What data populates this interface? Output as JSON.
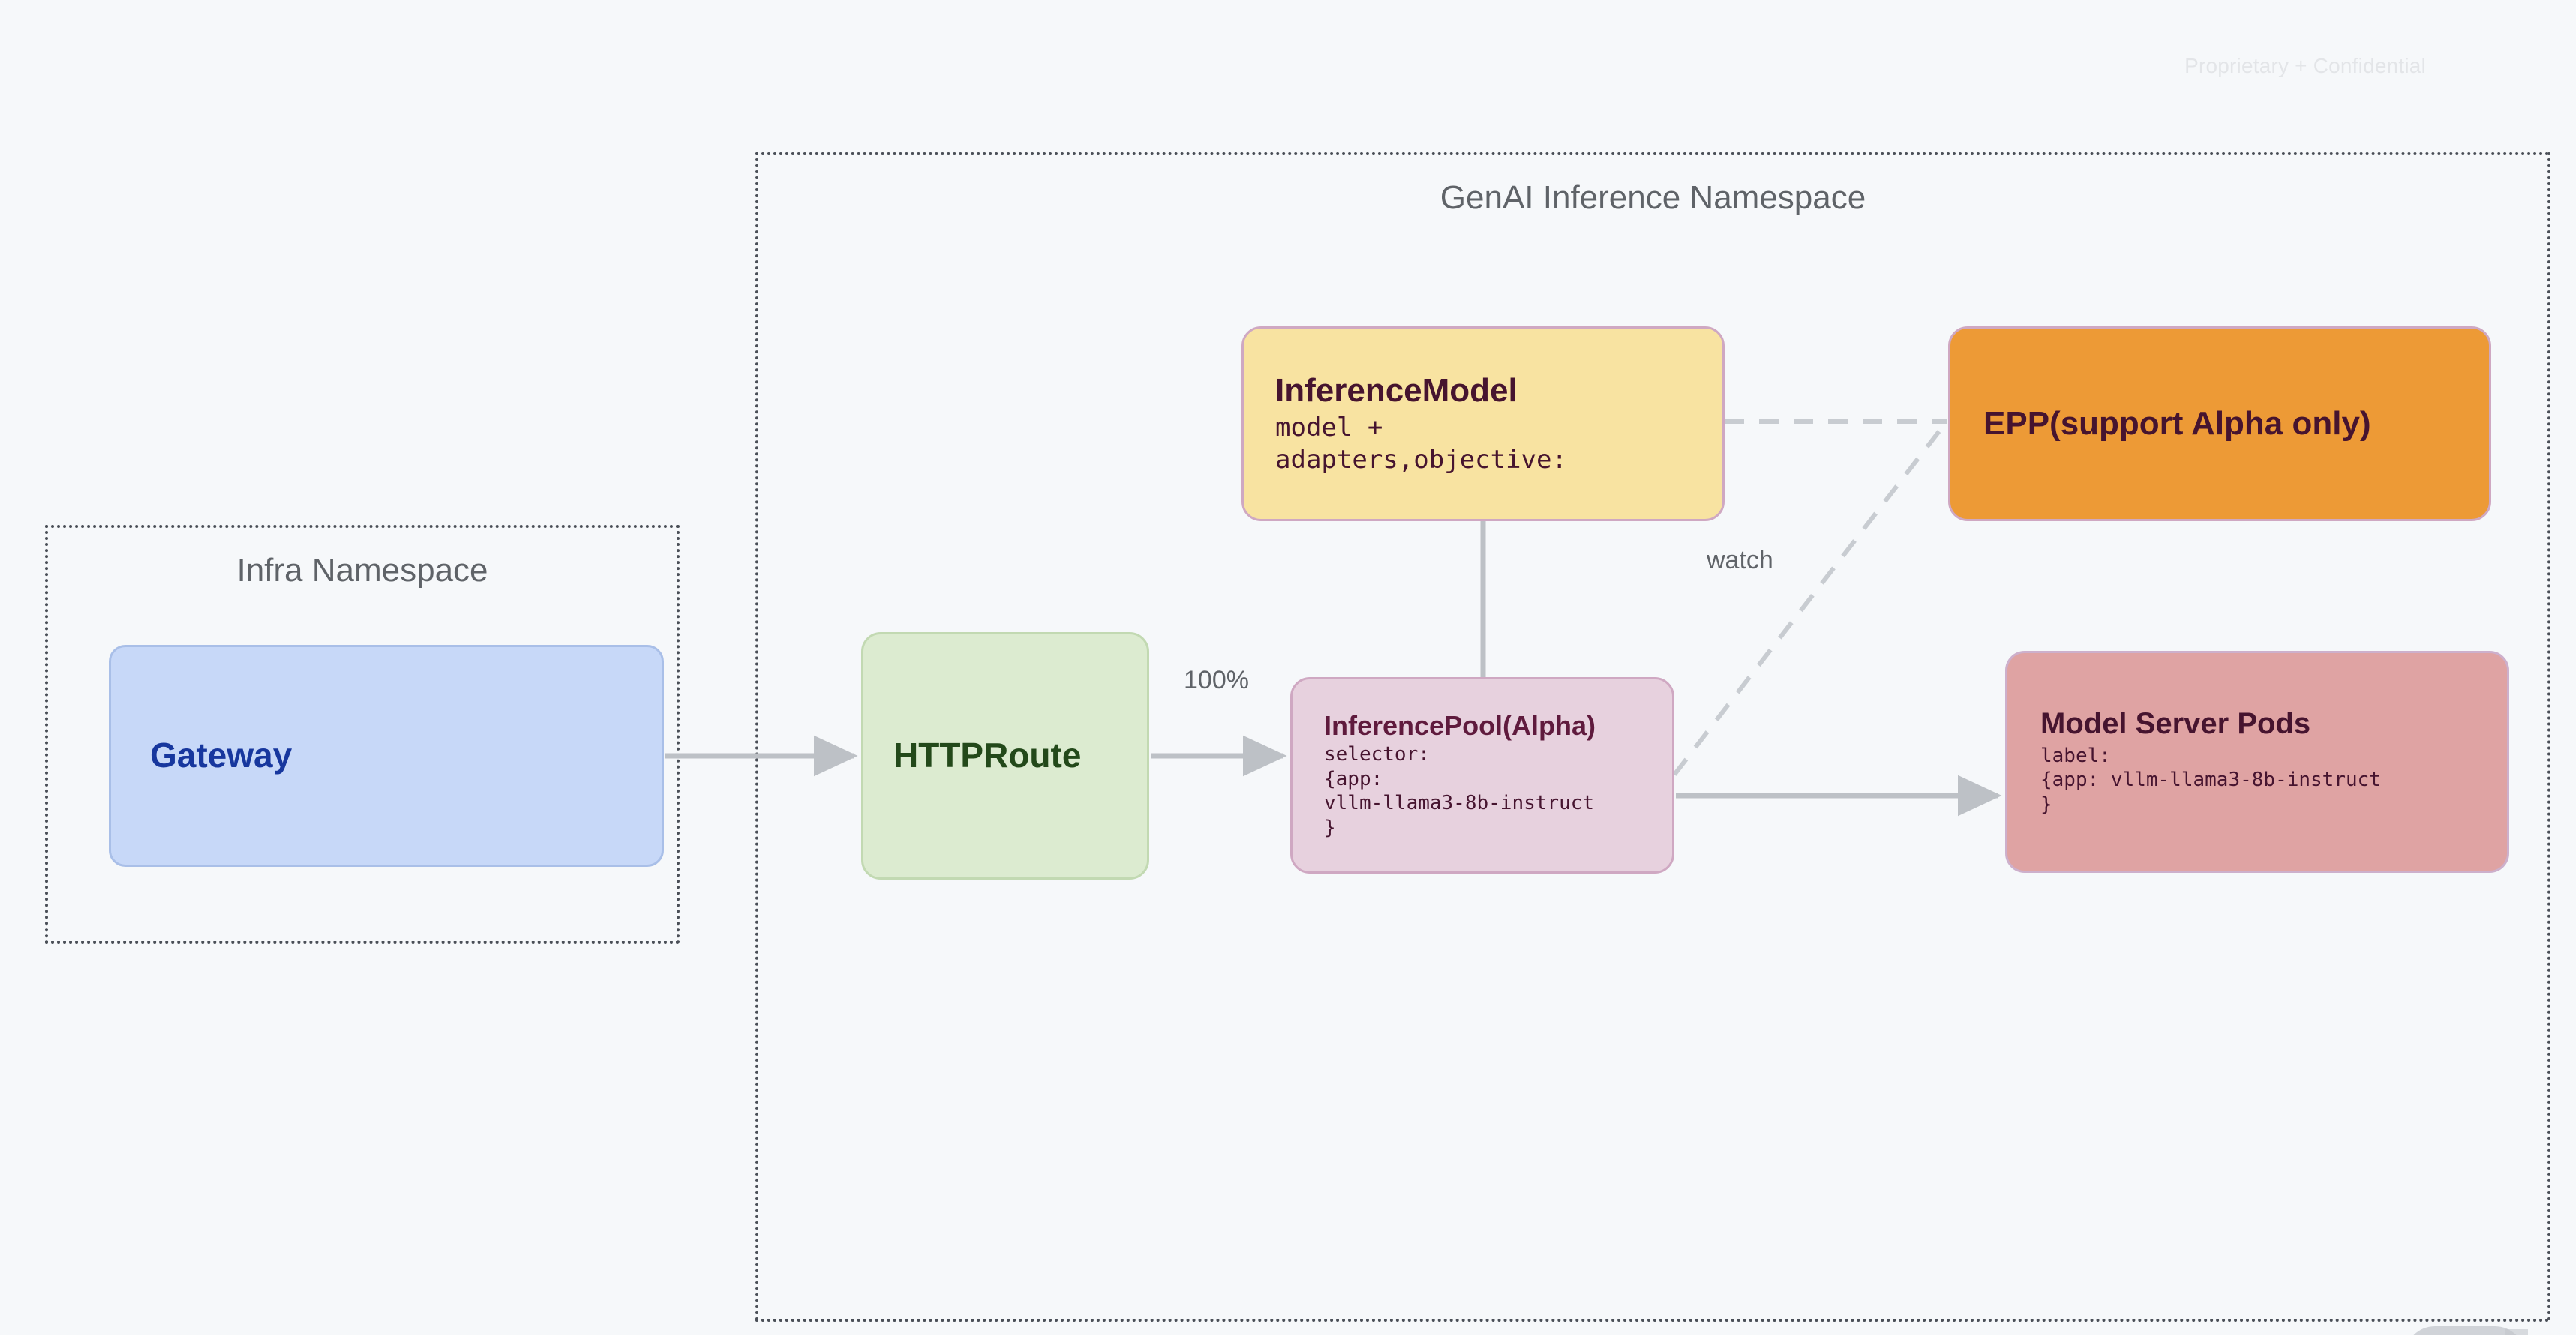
{
  "page": {
    "watermark": "Proprietary + Confidential",
    "background_color": "#f6f8fa"
  },
  "namespaces": [
    {
      "id": "infra-namespace",
      "title": "Infra Namespace",
      "border_style": "dotted",
      "border_color": "#4a4f57"
    },
    {
      "id": "genai-inference-namespace",
      "title": "GenAI Inference Namespace",
      "border_style": "dotted",
      "border_color": "#4a4f57"
    }
  ],
  "nodes": {
    "gateway": {
      "title": "Gateway",
      "fill": "#c7d8f8",
      "text_color": "#17379e"
    },
    "httproute": {
      "title": "HTTPRoute",
      "fill": "#dcebd0",
      "text_color": "#23491a"
    },
    "inference_model": {
      "title": "InferenceModel",
      "code": "model +\nadapters,objective:",
      "fill": "#f8e3a1",
      "text_color": "#46142f",
      "border_color": "#cfa8c2"
    },
    "epp": {
      "title": "EPP(support Alpha only)",
      "fill": "#ed9a36",
      "text_color": "#46142f",
      "border_color": "#cfa8c2"
    },
    "inference_pool": {
      "title": "InferencePool(Alpha)",
      "code": "selector:\n{app:\nvllm-llama3-8b-instruct\n}",
      "fill": "#e7d1de",
      "text_color": "#5f1a3d",
      "border_color": "#cfa8c2"
    },
    "model_server_pods": {
      "title": "Model Server Pods",
      "code": "label:\n{app: vllm-llama3-8b-instruct\n}",
      "fill": "#dfa3a3",
      "text_color": "#46142f",
      "border_color": "#cdb0cc"
    }
  },
  "edges": {
    "gateway_to_httproute": {
      "label": "",
      "style": "solid",
      "arrow": true
    },
    "httproute_to_inference_pool": {
      "label": "100%",
      "style": "solid",
      "arrow": true
    },
    "inference_model_to_inference_pool": {
      "label": "",
      "style": "solid",
      "arrow": false
    },
    "inference_model_to_epp": {
      "label": "",
      "style": "dashed",
      "arrow": false
    },
    "inference_pool_to_epp": {
      "label": "watch",
      "style": "dashed",
      "arrow": false
    },
    "inference_pool_to_model_server_pods": {
      "label": "",
      "style": "solid",
      "arrow": true
    }
  },
  "edge_labels": {
    "traffic_weight": "100%",
    "watch": "watch"
  },
  "colors": {
    "connector": "#bdc1c6",
    "connector_dashed": "#c8ccd1"
  }
}
